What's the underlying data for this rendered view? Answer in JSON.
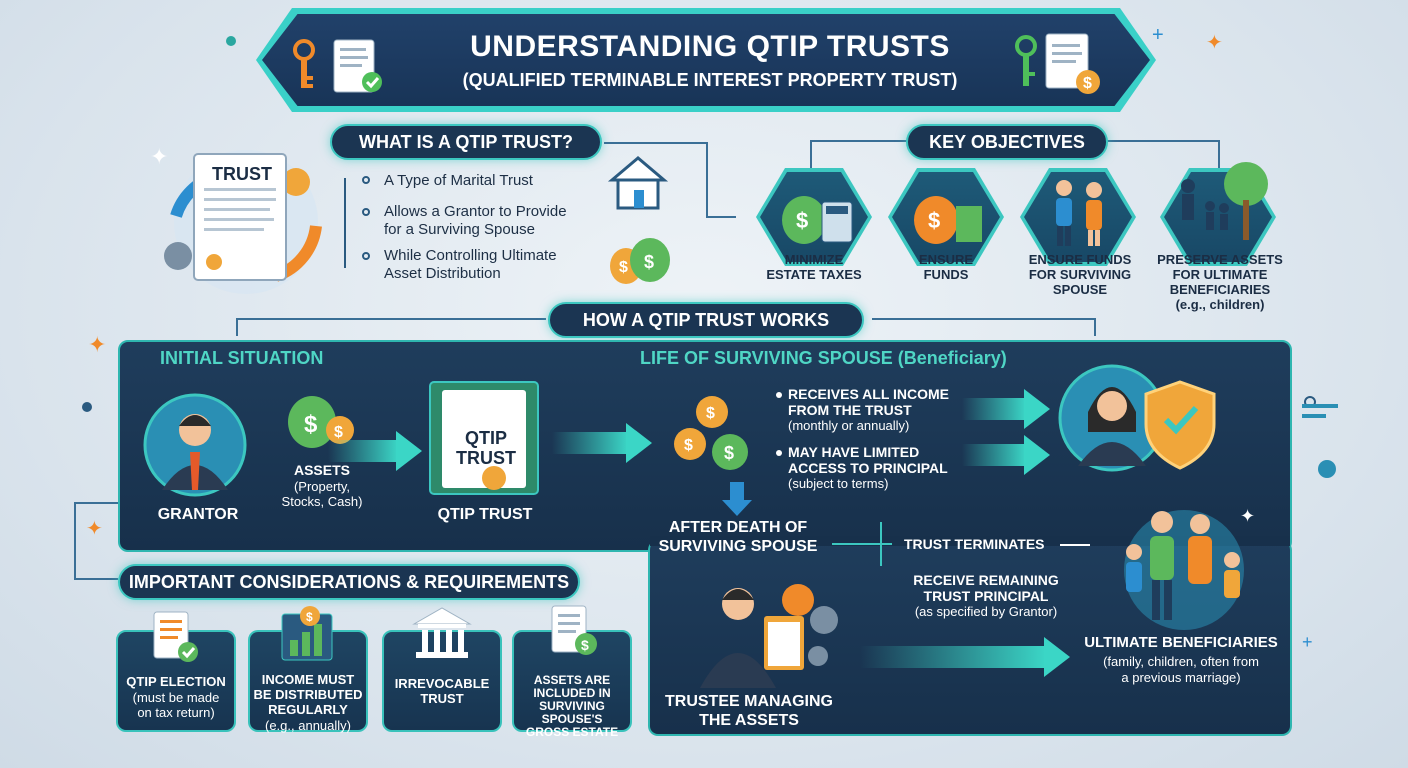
{
  "title": {
    "main": "UNDERSTANDING QTIP TRUSTS",
    "sub": "(QUALIFIED TERMINABLE INTEREST PROPERTY TRUST)"
  },
  "what_is": {
    "heading": "WHAT IS A QTIP TRUST?",
    "doc_label": "TRUST",
    "points": [
      "A Type of Marital Trust",
      "Allows a Grantor to Provide\nfor a Surviving Spouse",
      "While Controlling Ultimate\nAsset Distribution"
    ]
  },
  "objectives": {
    "heading": "KEY OBJECTIVES",
    "items": [
      {
        "label": "MINIMIZE\nESTATE TAXES"
      },
      {
        "label": "ENSURE\nFUNDS"
      },
      {
        "label": "ENSURE FUNDS\nFOR SURVIVING\nSPOUSE"
      },
      {
        "label": "PRESERVE ASSETS\nFOR ULTIMATE\nBENEFICIARIES\n(e.g., children)"
      }
    ]
  },
  "how_works": {
    "heading": "HOW A QTIP TRUST WORKS",
    "initial": "INITIAL SITUATION",
    "grantor": "GRANTOR",
    "assets_title": "ASSETS",
    "assets_detail": "(Property,\nStocks, Cash)",
    "doc_label": "QTIP\nTRUST",
    "qtip_label": "QTIP TRUST",
    "life_title": "LIFE OF SURVIVING SPOUSE (Beneficiary)",
    "income_title": "RECEIVES ALL INCOME\nFROM THE TRUST",
    "income_detail": "(monthly or annually)",
    "principal_title": "MAY HAVE LIMITED\nACCESS TO PRINCIPAL",
    "principal_detail": "(subject to terms)",
    "after_death": "AFTER DEATH OF\nSURVIVING SPOUSE",
    "terminates": "TRUST TERMINATES",
    "receive_title": "RECEIVE REMAINING\nTRUST PRINCIPAL",
    "receive_detail": "(as specified by Grantor)",
    "trustee": "TRUSTEE MANAGING\nTHE ASSETS",
    "ultimate_title": "ULTIMATE BENEFICIARIES",
    "ultimate_detail": "(family, children, often from\na previous marriage)"
  },
  "considerations": {
    "heading": "IMPORTANT CONSIDERATIONS & REQUIREMENTS",
    "cards": [
      {
        "title": "QTIP ELECTION",
        "detail": "(must be made\non tax return)"
      },
      {
        "title": "INCOME MUST\nBE DISTRIBUTED\nREGULARLY",
        "detail": "(e.g., annually)"
      },
      {
        "title": "IRREVOCABLE\nTRUST",
        "detail": ""
      },
      {
        "title": "ASSETS ARE\nINCLUDED IN\nSURVIVING SPOUSE'S\nGROSS ESTATE",
        "detail": ""
      }
    ]
  },
  "colors": {
    "teal": "#3cc7c0",
    "navy": "#1b3552",
    "orange": "#f08a2a",
    "green": "#5cb85c"
  }
}
